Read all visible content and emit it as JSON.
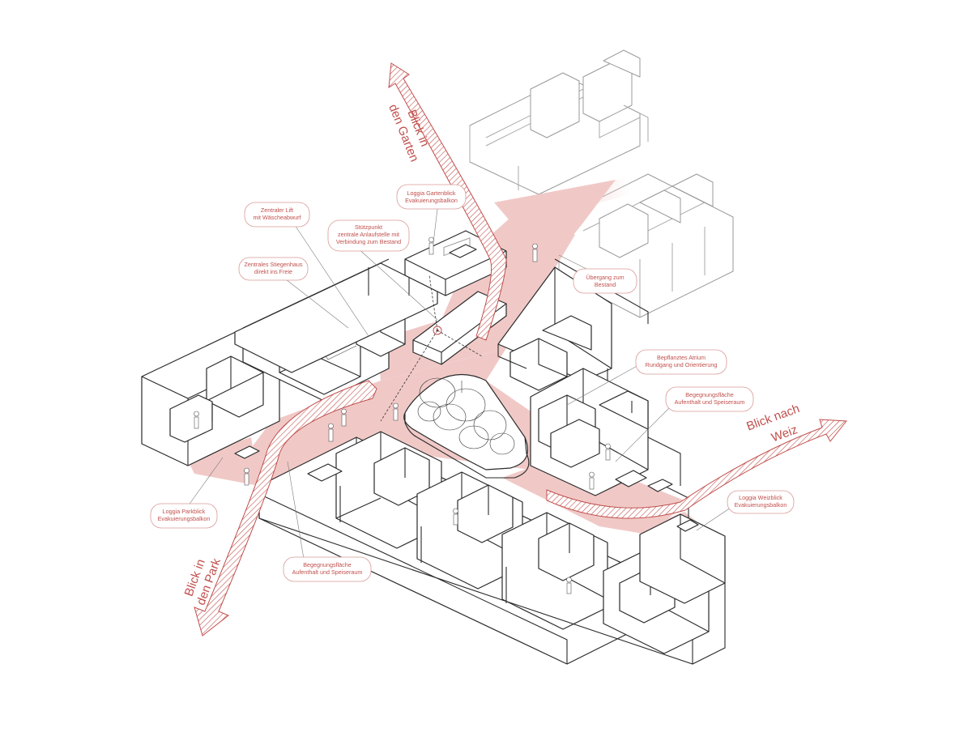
{
  "colors": {
    "accent": "#c0504d",
    "circulation_fill": "#f0c9c7",
    "line": "#2a2a2a",
    "context_line": "#a8a8a8"
  },
  "arrows": [
    {
      "id": "garden",
      "line1": "Blick in",
      "line2": "den Garten"
    },
    {
      "id": "park",
      "line1": "Blick in",
      "line2": "den Park"
    },
    {
      "id": "weiz",
      "line1": "Blick nach",
      "line2": "Weiz"
    }
  ],
  "labels": [
    {
      "id": "loggia-gartenblick",
      "lines": [
        "Loggia Gartenblick",
        "Evakuierungsbalkon"
      ]
    },
    {
      "id": "zentraler-lift",
      "lines": [
        "Zentraler Lift",
        "mit Wäscheabwurf"
      ]
    },
    {
      "id": "stuetzpunkt",
      "lines": [
        "Stützpunkt",
        "zentrale Anlaufstelle mit",
        "Verbindung zum Bestand"
      ]
    },
    {
      "id": "zentrales-stiegenhaus",
      "lines": [
        "Zentrales Stiegenhaus",
        "direkt ins Freie"
      ]
    },
    {
      "id": "uebergang",
      "lines": [
        "Übergang zum",
        "Bestand"
      ]
    },
    {
      "id": "bepflanztes-atrium",
      "lines": [
        "Bepflanztes Atrium",
        "Rundgang und Orientierung"
      ]
    },
    {
      "id": "begegnungsflaeche-ost",
      "lines": [
        "Begegnungsfläche",
        "Aufenthalt und Speiseraum"
      ]
    },
    {
      "id": "loggia-weizblick",
      "lines": [
        "Loggia Weizblick",
        "Evakuierungsbalkon"
      ]
    },
    {
      "id": "loggia-parkblick",
      "lines": [
        "Loggia Parkblick",
        "Evakuierungsbalkon"
      ]
    },
    {
      "id": "begegnungsflaeche-sued",
      "lines": [
        "Begegnungsfläche",
        "Aufenthalt und Speiseraum"
      ]
    }
  ]
}
